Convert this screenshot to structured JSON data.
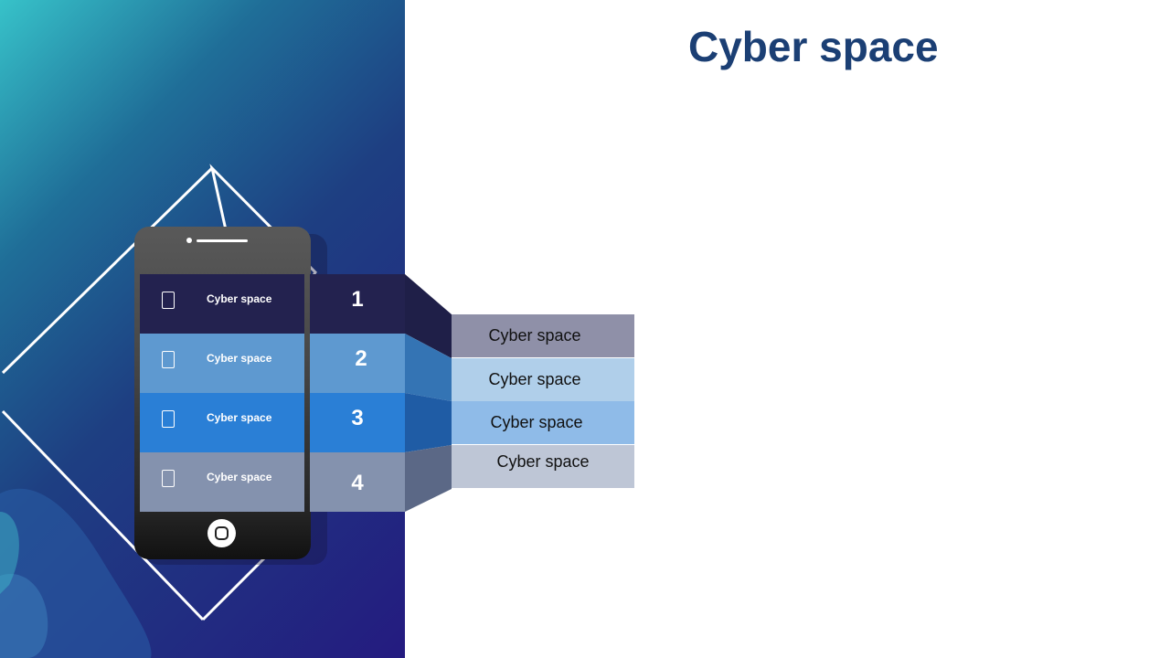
{
  "title": "Cyber space",
  "colors": {
    "title": "#1b3f74",
    "row1": "#23224f",
    "row2": "#5e99d0",
    "row3": "#2a7fd6",
    "row4": "#8492ae",
    "box1": "#8f90a8",
    "box2": "#b0cfea",
    "box3": "#8fbbe8",
    "box4": "#bec6d6"
  },
  "phone": {
    "rows": [
      {
        "icon": "mobile-icon",
        "label": "Cyber space",
        "number": "1"
      },
      {
        "icon": "mobile-icon",
        "label": "Cyber space",
        "number": "2"
      },
      {
        "icon": "mobile-icon",
        "label": "Cyber space",
        "number": "3"
      },
      {
        "icon": "mobile-icon",
        "label": "Cyber space",
        "number": "4"
      }
    ]
  },
  "boxes": [
    {
      "label": "Cyber space"
    },
    {
      "label": "Cyber space"
    },
    {
      "label": "Cyber space"
    },
    {
      "label": "Cyber space"
    }
  ]
}
